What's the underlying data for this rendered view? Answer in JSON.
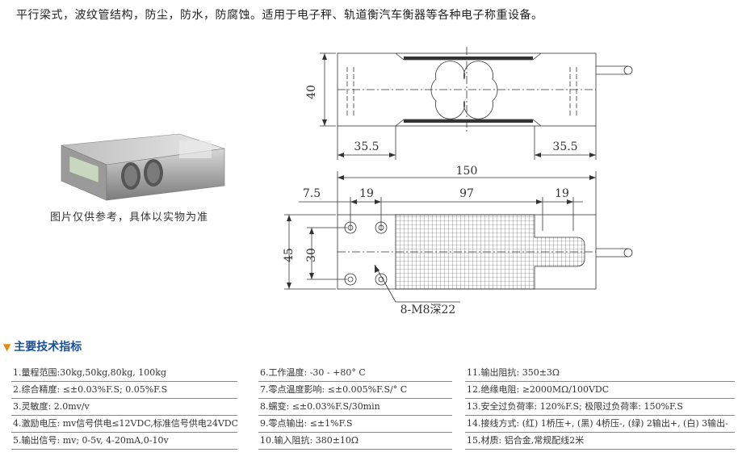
{
  "intro": "平行梁式，波纹管结构，防尘，防水，防腐蚀。适用于电子秤、轨道衡汽车衡器等各种电子称重设备。",
  "photo_caption": "图片仅供参考，具体以实物为准",
  "drawing": {
    "dim_height_40": "40",
    "dim_left_35_5": "35.5",
    "dim_right_35_5": "35.5",
    "dim_total_150": "150",
    "dim_7_5": "7.5",
    "dim_19_left": "19",
    "dim_97": "97",
    "dim_19_right": "19",
    "dim_height_45": "45",
    "dim_30": "30",
    "hole_note": "8-M8深22"
  },
  "section_title": "主要技术指标",
  "specs": [
    [
      "1.量程范围:30kg,50kg,80kg, 100kg",
      "6.工作温度: -30 - +80° C",
      "11.输出阻抗: 350±3Ω"
    ],
    [
      "2.综合精度: ≤±0.03%F.S; 0.05%F.S",
      "7.零点温度影响: ≤±0.005%F.S/° C",
      "12.绝缘电阻: ≥2000MΩ/100VDC"
    ],
    [
      "3.灵敏度: 2.0mv/v",
      "8.蠕变: ≤±0.03%F.S/30min",
      "13.安全过负荷率: 120%F.S; 极限过负荷率: 150%F.S"
    ],
    [
      "4.激励电压: mv信号供电≤12VDC,标准信号供电24VDC",
      "9.零点输出: ≤±1%F.S",
      "14.接线方式: (红) 1桥压+, (黑) 4桥压-, (绿) 2输出+, (白) 3输出-"
    ],
    [
      "5.输出信号: mv; 0-5v, 4-20mA,0-10v",
      "10.输入阻抗: 380±10Ω",
      "15.材质: 铝合金,常规配线2米"
    ]
  ]
}
